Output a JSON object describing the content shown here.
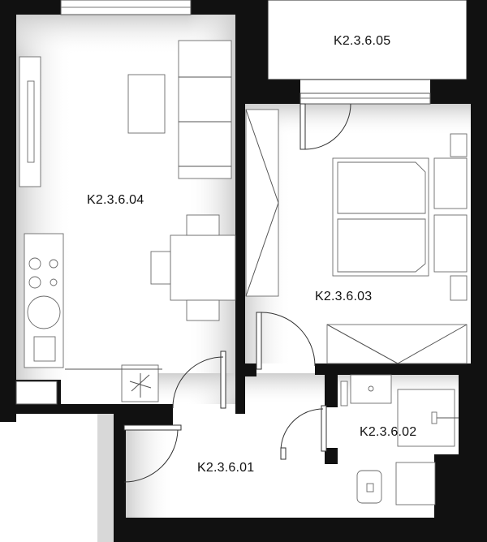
{
  "floor_plan": {
    "rooms": [
      {
        "id": "living-kitchen",
        "label": "K2.3.6.04"
      },
      {
        "id": "balcony",
        "label": "K2.3.6.05"
      },
      {
        "id": "bedroom",
        "label": "K2.3.6.03"
      },
      {
        "id": "bathroom",
        "label": "K2.3.6.02"
      },
      {
        "id": "hallway",
        "label": "K2.3.6.01"
      }
    ],
    "colors": {
      "wall": "#111111",
      "floor": "#ffffff",
      "shadow": "#d0d0d0",
      "furniture_line": "#6a6a6a"
    }
  }
}
